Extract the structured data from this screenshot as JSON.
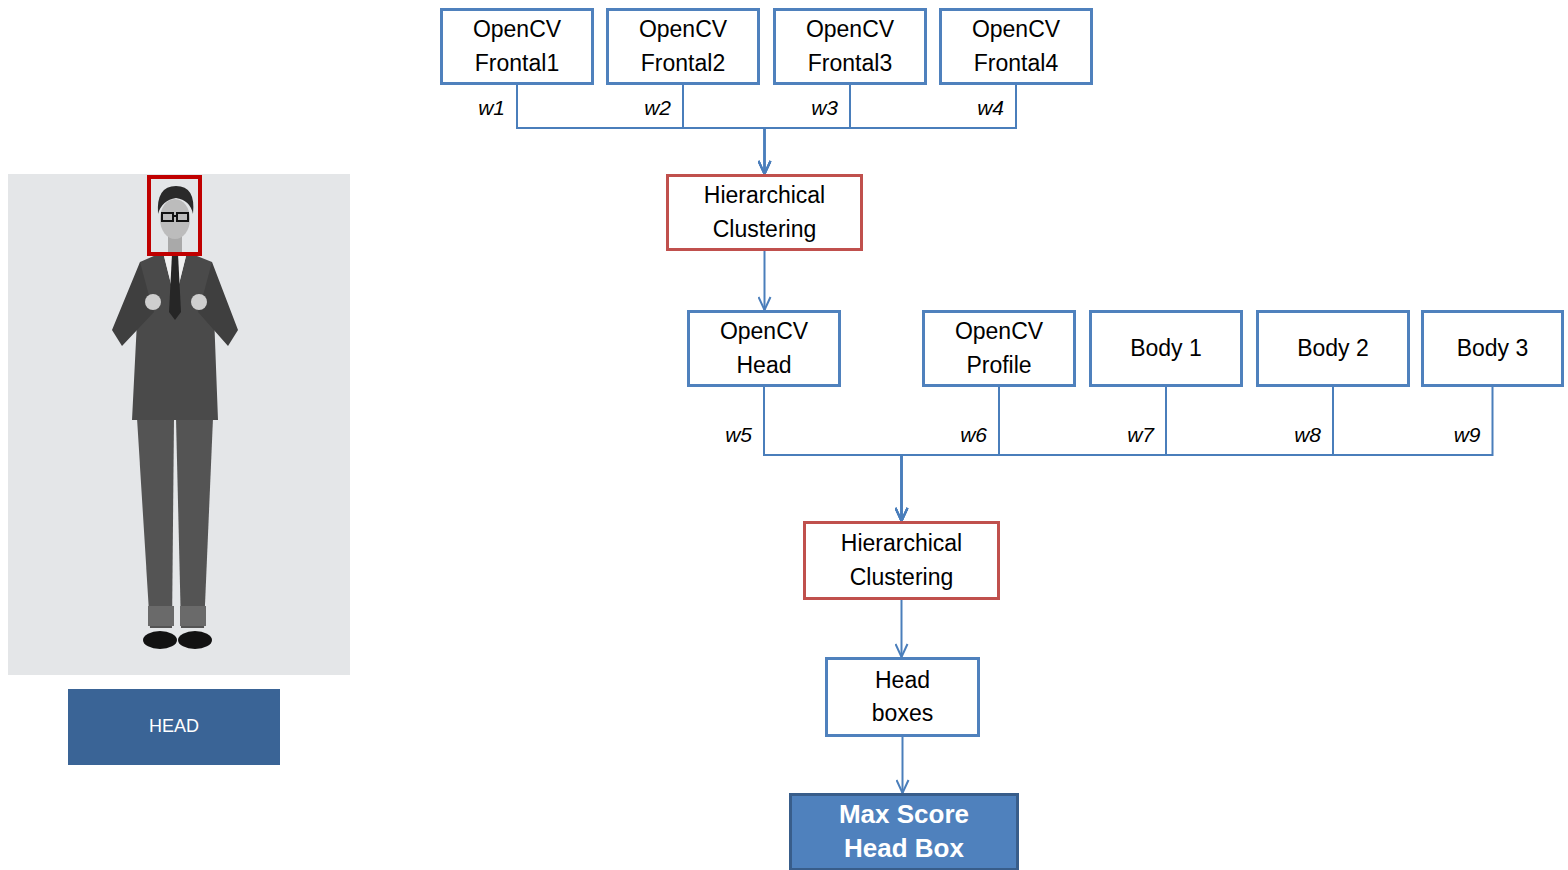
{
  "diagram": {
    "nodes": [
      {
        "text": [
          "OpenCV Frontal1"
        ]
      },
      {
        "text": [
          "OpenCV Frontal2"
        ]
      },
      {
        "text": [
          "OpenCV Frontal3"
        ]
      },
      {
        "text": [
          "OpenCV Frontal4"
        ]
      },
      {
        "text": [
          "Hierarchical Clustering"
        ]
      },
      {
        "text": [
          "OpenCV Head"
        ]
      },
      {
        "text": [
          "OpenCV Profile"
        ]
      },
      {
        "text": [
          "Body 1"
        ]
      },
      {
        "text": [
          "Body 2"
        ]
      },
      {
        "text": [
          "Body 3"
        ]
      },
      {
        "text": [
          "Hierarchical Clustering"
        ]
      },
      {
        "text": [
          "Head boxes"
        ]
      },
      {
        "text": [
          "Max Score Head Box"
        ]
      },
      {
        "text": [
          "HEAD"
        ]
      }
    ],
    "edges": [
      {
        "from": 0,
        "to": 4,
        "label": "w1",
        "arrow": "to"
      },
      {
        "from": 1,
        "to": 4,
        "label": "w2",
        "arrow": "to"
      },
      {
        "from": 2,
        "to": 4,
        "label": "w3",
        "arrow": "to"
      },
      {
        "from": 3,
        "to": 4,
        "label": "w4",
        "arrow": "to"
      },
      {
        "from": 4,
        "to": 5,
        "arrow": "to"
      },
      {
        "from": 5,
        "to": 10,
        "label": "w5",
        "arrow": "to"
      },
      {
        "from": 6,
        "to": 10,
        "label": "w6",
        "arrow": "to"
      },
      {
        "from": 7,
        "to": 10,
        "label": "w7",
        "arrow": "to"
      },
      {
        "from": 8,
        "to": 10,
        "label": "w8",
        "arrow": "to"
      },
      {
        "from": 9,
        "to": 10,
        "label": "w9",
        "arrow": "to"
      },
      {
        "from": 10,
        "to": 11,
        "arrow": "to"
      },
      {
        "from": 11,
        "to": 12,
        "arrow": "to"
      }
    ]
  }
}
